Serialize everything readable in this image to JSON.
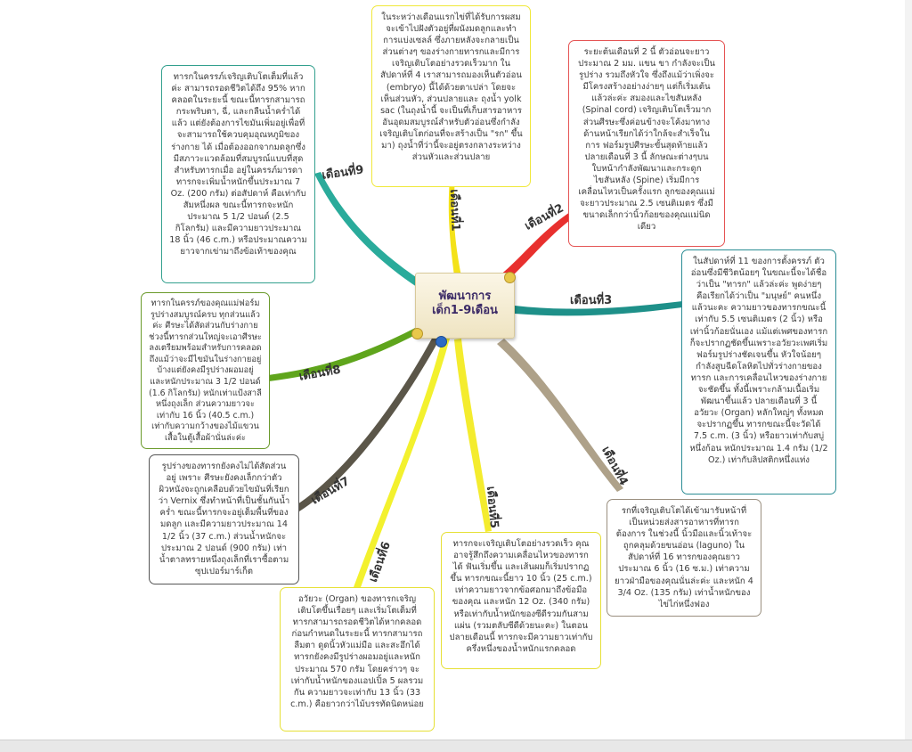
{
  "center": {
    "line1": "พัฒนาการ",
    "line2": "เด็ก1-9เดือน"
  },
  "branches": [
    {
      "id": "m1",
      "label": "เดือนที่1",
      "color": "#f4e219",
      "text": "ในระหว่างเดือนแรกไข่ที่ได้รับการผสมจะเข้าไปฝังตัวอยู่ที่ผนังมดลูกและทำ การแบ่งเซลล์ ซึ่งภายหลังจะกลายเป็นส่วนต่างๆ ของร่างกายทารกและมีการเจริญเติบโตอย่างรวดเร็วมาก ในสัปดาห์ที่ 4 เราสามารถมองเห็นตัวอ่อน (embryo) นี้ได้ด้วยตาเปล่า โดยจะเห็นส่วนหัว, ส่วนปลายและ ถุงน้ำ yolk sac (ในถุงน้ำนี้ จะเป็นที่เก็บสารอาหารอันอุดมสมบูรณ์สำหรับตัวอ่อนซึ่งกำลังเจริญเติบโตก่อนที่จะสร้างเป็น \"รก\" ขึ้นมา) ถุงน้ำที่ว่านี้จะอยู่ตรงกลางระหว่างส่วนหัวและส่วนปลาย"
    },
    {
      "id": "m2",
      "label": "เดือนที่2",
      "color": "#e8302e",
      "text": "ระยะต้นเดือนที่ 2 นี้ ตัวอ่อนจะยาวประมาณ 2 มม. แขน ขา กำลังจะเป็นรูปร่าง รวมถึงหัวใจ ซึ่งถึงแม้ว่าเพิ่งจะมีโครงสร้างอย่างง่ายๆ แต่ก็เริ่มเต้นแล้วล่ะค่ะ สมองและไขสันหลัง (Spinal cord) เจริญเติบโตเร็วมาก ส่วนศีรษะซึ่งค่อนข้างจะโค้งมาทางด้านหน้าเรียกได้ว่าใกล้จะสำเร็จในการ ฟอร์มรูปศีรษะขั้นสุดท้ายแล้ว ปลายเดือนที่ 3 นี้ ลักษณะต่างๆบนใบหน้ากำลังพัฒนาและกระดูกไขสันหลัง (Spine) เริ่มมีการเคลื่อนไหวเป็นครั้งแรก ลูกของคุณแม่จะยาวประมาณ 2.5 เซนติเมตร ซึ่งมีขนาดเล็กกว่านิ้วก้อยของคุณแม่นิดเดียว"
    },
    {
      "id": "m3",
      "label": "เดือนที่3",
      "color": "#1e9089",
      "text": "ในสัปดาห์ที่ 11 ของการตั้งครรภ์ ตัวอ่อนซึ่งมีชีวิตน้อยๆ ในขณะนี้จะได้ชื่อว่าเป็น \"ทารก\" แล้วล่ะค่ะ พูดง่ายๆ คือเรียกได้ว่าเป็น \"มนุษย์\" คนหนึ่งแล้วนะคะ ความยาวของทารกขณะนี้เท่ากับ 5.5 เซนติเมตร (2 นิ้ว) หรือเท่านิ้วก้อยนั่นเอง แม้แต่เพศของทารกก็จะปรากฏชัดขึ้นเพราะอวัยวะเพศเริ่มฟอร์มรูปร่างชัดเจนขึ้น หัวใจน้อยๆ กำลังสูบฉีดโลหิตไปทั่วร่างกายของทารก และการเคลื่อนไหวของร่างกายจะชัดขึ้น ทั้งนี้เพราะกล้ามเนื้อเริ่มพัฒนาขึ้นแล้ว ปลายเดือนที่ 3 นี้ อวัยวะ (Organ) หลักใหญ่ๆ ทั้งหมดจะปรากฏขึ้น ทารกขณะนี้จะวัดได้ 7.5 c.m. (3 นิ้ว) หรือยาวเท่ากับสบู่หนึ่งก้อน หนักประมาณ 1.4 กรัม (1/2 Oz.) เท่ากับลิปสติกหนึ่งแท่ง"
    },
    {
      "id": "m4",
      "label": "เดือนที่4",
      "color": "#aea189",
      "text": "รกที่เจริญเติบโตได้เข้ามารับหน้าที่เป็นหน่วยส่งสารอาหารที่ทารกต้องการ ในช่วงนี้ นิ้วมือและนิ้วเท้าจะถูกคลุมด้วยขนอ่อน (laguno) ในสัปดาห์ที่ 16 ทารกของคุณยาวประมาณ 6 นิ้ว (16 ซ.ม.) เท่าความยาวฝ่ามือของคุณนั่นล่ะค่ะ และหนัก 4 3/4 Oz. (135 กรัม) เท่าน้ำหนักของไข่ไก่หนึ่งฟอง"
    },
    {
      "id": "m5",
      "label": "เดือนที่5",
      "color": "#f4ec2e",
      "text": "ทารกจะเจริญเติบโตอย่างรวดเร็ว คุณอาจรู้สึกถึงความเคลื่อนไหวของทารกได้ ฟันเริ่มขึ้น และเส้นผมก็เริ่มปรากฏขึ้น ทารกขณะนี้ยาว 10 นิ้ว (25 c.m.) เท่าความยาวจากข้อศอกมาถึงข้อมือของคุณ และหนัก 12 Oz. (340 กรัม) หรือเท่ากับน้ำหนักของซีดีรวมกันสามแผ่น (รวมตลับซีดีด้วยนะคะ) ในตอนปลายเดือนนี้ ทารกจะมีความยาวเท่ากับครึ่งหนึ่งของน้ำหนักแรกคลอด"
    },
    {
      "id": "m6",
      "label": "เดือนที่6",
      "color": "#f3f12e",
      "text": "อวัยวะ (Organ) ของทารกเจริญเติบโตขึ้นเรื่อยๆ และเริ่มโตเต็มที่ ทารกสามารถรอดชีวิตได้หากคลอดก่อนกำหนดในระยะนี้ ทารกสามารถลืมตา ดูดนิ้วหัวแม่มือ และสะอึกได้ ทารกยังคงมีรูปร่างผอมอยู่และหนักประมาณ 570 กรัม โดยคร่าวๆ จะเท่ากับน้ำหนักของแอปเปิ้ล 5 ผลรวมกัน ความยาวจะเท่ากับ 13 นิ้ว (33 c.m.) คือยาวกว่าไม้บรรทัดนิดหน่อย"
    },
    {
      "id": "m7",
      "label": "เดือนที่7",
      "color": "#5b5649",
      "text": "รูปร่างของทารกยังคงไม่ได้สัดส่วนอยู่ เพราะ ศีรษะยังคงเล็กกว่าตัว ผิวหนังจะถูกเคลือบด้วยไขมันที่เรียกว่า Vernix ซึ่งทำหน้าที่เป็นชั้นกันน้ำคร่ำ ขณะนี้ทารกจะอยู่เต็มพื้นที่ของมดลูก และมีความยาวประมาณ 14 1/2 นิ้ว (37 c.m.) ส่วนน้ำหนักจะประมาณ 2 ปอนด์ (900 กรัม) เท่าน้ำตาลทรายหนึ่งถุงเล็กที่เราซื้อตามซุปเปอร์มาร์เก็ต"
    },
    {
      "id": "m8",
      "label": "เดือนที่8",
      "color": "#5fa51c",
      "text": "ทารกในครรภ์ของคุณแม่ฟอร์มรูปร่างสมบูรณ์ครบ ทุกส่วนแล้วค่ะ ศีรษะได้สัดส่วนกับร่างกาย ช่วงนี้ทารกส่วนใหญ่จะเอาศีรษะลงเตรียมพร้อมสำหรับการคลอด ถึงแม้ว่าจะมีไขมันในร่างกายอยู่บ้างแต่ยังคงมีรูปร่างผอมอยู่ และหนักประมาณ 3 1/2 ปอนด์ (1.6 กิโลกรัม) หนักเท่าแป้งสาลีหนึ่งถุงเล็ก ส่วนความยาวจะเท่ากับ 16 นิ้ว (40.5 c.m.) เท่ากับความกว้างของไม้แขวนเสื้อในตู้เสื้อผ้านั่นล่ะค่ะ"
    },
    {
      "id": "m9",
      "label": "เดือนที่9",
      "color": "#2aab9b",
      "text": "ทารกในครรภ์เจริญเติบโตเต็มที่แล้วค่ะ สามารถรอดชีวิตได้ถึง 95% หากคลอดในระยะนี้ ขณะนี้ทารกสามารถกระพริบตา, ฉี่, และกลืนน้ำคร่ำได้แล้ว แต่ยังต้องการไขมันเพิ่มอยู่เพื่อที่จะสามารถใช้ควบคุมอุณหภูมิของร่างกาย ได้ เมื่อต้องออกจากมดลูกซึ่งมีสภาวะแวดล้อมที่สมบูรณ์แบบที่สุดสำหรับทารกเมื่อ อยู่ในครรภ์มารดา ทารกจะเพิ่มน้ำหนักขึ้นประมาณ 7 Oz. (200 กรัม) ต่อสัปดาห์ คือเท่ากับสัมหนึ่งผล ขณะนี้ทารกจะหนักประมาณ 5 1/2 ปอนด์ (2.5 กิโลกรัม) และมีความยาวประมาณ 18 นิ้ว (46 c.m.) หรือประมาณความยาวจากเข่ามาถึงข้อเท้าของคุณ"
    }
  ]
}
